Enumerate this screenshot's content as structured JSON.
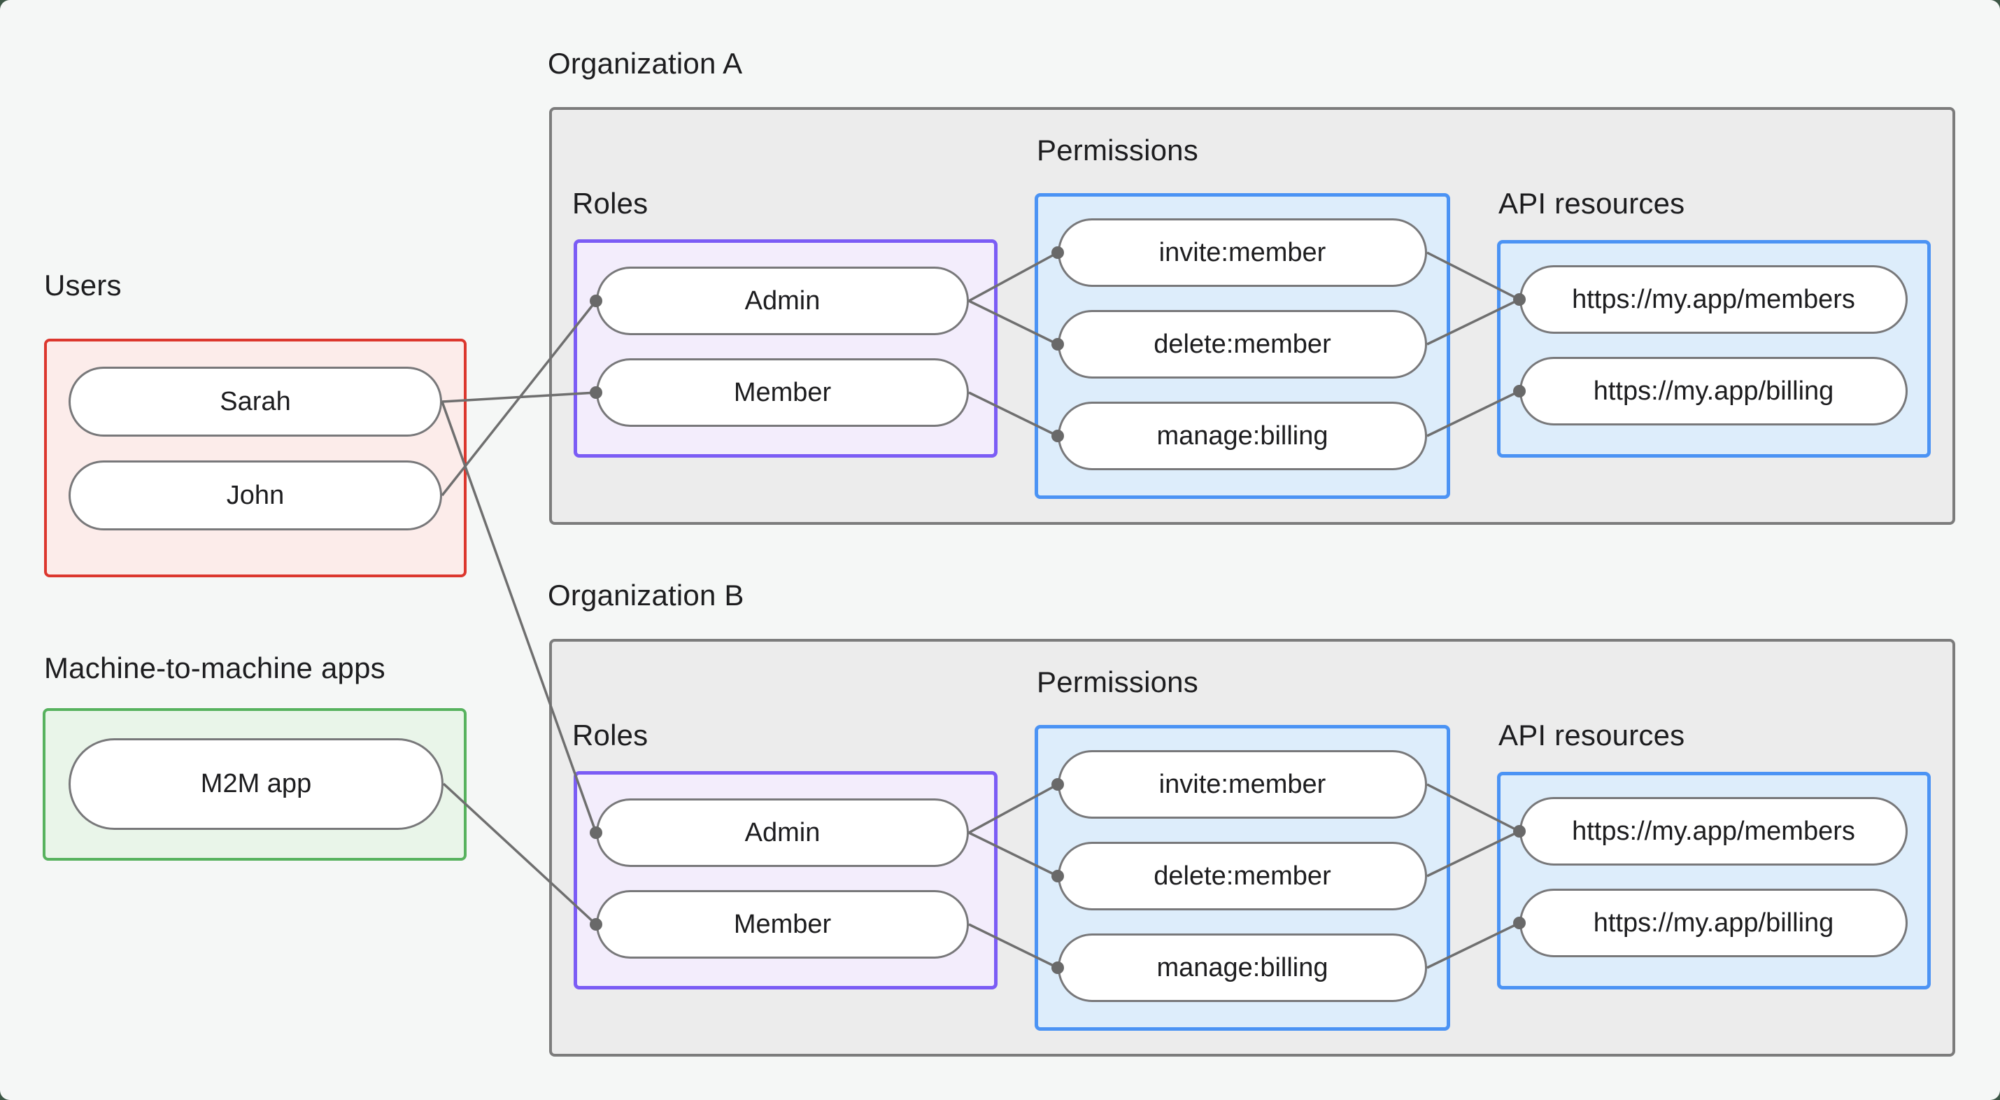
{
  "diagram": {
    "users_section": {
      "label": "Users",
      "users": [
        "Sarah",
        "John"
      ]
    },
    "m2m_section": {
      "label": "Machine-to-machine apps",
      "apps": [
        "M2M app"
      ]
    },
    "org_a": {
      "title": "Organization A",
      "roles_label": "Roles",
      "permissions_label": "Permissions",
      "api_label": "API resources",
      "roles": [
        "Admin",
        "Member"
      ],
      "permissions": [
        "invite:member",
        "delete:member",
        "manage:billing"
      ],
      "api_resources": [
        "https://my.app/members",
        "https://my.app/billing"
      ]
    },
    "org_b": {
      "title": "Organization B",
      "roles_label": "Roles",
      "permissions_label": "Permissions",
      "api_label": "API resources",
      "roles": [
        "Admin",
        "Member"
      ],
      "permissions": [
        "invite:member",
        "delete:member",
        "manage:billing"
      ],
      "api_resources": [
        "https://my.app/members",
        "https://my.app/billing"
      ]
    },
    "edges": [
      {
        "from": "Sarah",
        "to": "Organization A / Member"
      },
      {
        "from": "John",
        "to": "Organization A / Admin"
      },
      {
        "from": "Sarah",
        "to": "Organization B / Admin"
      },
      {
        "from": "M2M app",
        "to": "Organization B / Member"
      },
      {
        "from": "Organization A / Admin",
        "to": "Organization A / invite:member"
      },
      {
        "from": "Organization A / Admin",
        "to": "Organization A / delete:member"
      },
      {
        "from": "Organization A / Member",
        "to": "Organization A / manage:billing"
      },
      {
        "from": "Organization A / invite:member",
        "to": "Organization A / https://my.app/members"
      },
      {
        "from": "Organization A / delete:member",
        "to": "Organization A / https://my.app/members"
      },
      {
        "from": "Organization A / manage:billing",
        "to": "Organization A / https://my.app/billing"
      },
      {
        "from": "Organization B / Admin",
        "to": "Organization B / invite:member"
      },
      {
        "from": "Organization B / Admin",
        "to": "Organization B / delete:member"
      },
      {
        "from": "Organization B / Member",
        "to": "Organization B / manage:billing"
      },
      {
        "from": "Organization B / invite:member",
        "to": "Organization B / https://my.app/members"
      },
      {
        "from": "Organization B / delete:member",
        "to": "Organization B / https://my.app/members"
      },
      {
        "from": "Organization B / manage:billing",
        "to": "Organization B / https://my.app/billing"
      }
    ],
    "colors": {
      "canvas_bg": "#f5f7f6",
      "org_box_fill": "#ececec",
      "org_box_border": "#7c7c7c",
      "users_box_fill": "#fcecea",
      "users_box_border": "#dc372e",
      "m2m_box_fill": "#e9f5e9",
      "m2m_box_border": "#57b25e",
      "roles_box_fill": "#f3edfc",
      "roles_box_border": "#7b5cf5",
      "blue_box_fill": "#ddedfb",
      "blue_box_border": "#4b93f4",
      "node_fill": "#ffffff",
      "node_border": "#78787a",
      "edge_color": "#6f6f6f",
      "text_color": "#1d1d1f"
    }
  }
}
